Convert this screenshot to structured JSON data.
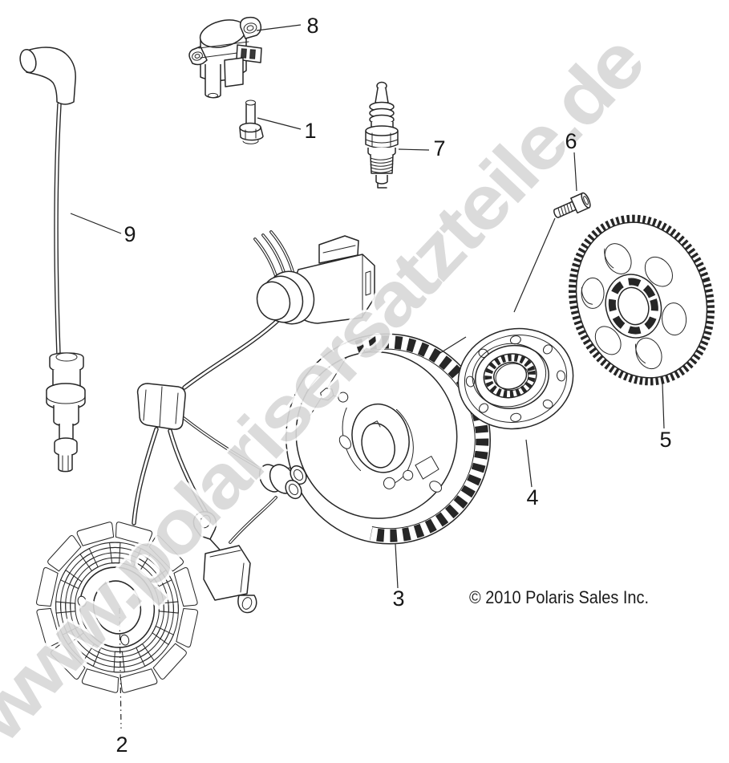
{
  "page": {
    "background": "#ffffff",
    "line_color": "#262626"
  },
  "watermark": {
    "text": "www.polarisersatzteile.de",
    "fill": "#d8d8d8",
    "outline": "#ffffff"
  },
  "copyright": {
    "text": "© 2010 Polaris Sales Inc."
  },
  "callouts": {
    "c1": {
      "label": "1"
    },
    "c2": {
      "label": "2"
    },
    "c3": {
      "label": "3"
    },
    "c4": {
      "label": "4"
    },
    "c5": {
      "label": "5"
    },
    "c6": {
      "label": "6"
    },
    "c7": {
      "label": "7"
    },
    "c8": {
      "label": "8"
    },
    "c9": {
      "label": "9"
    }
  }
}
